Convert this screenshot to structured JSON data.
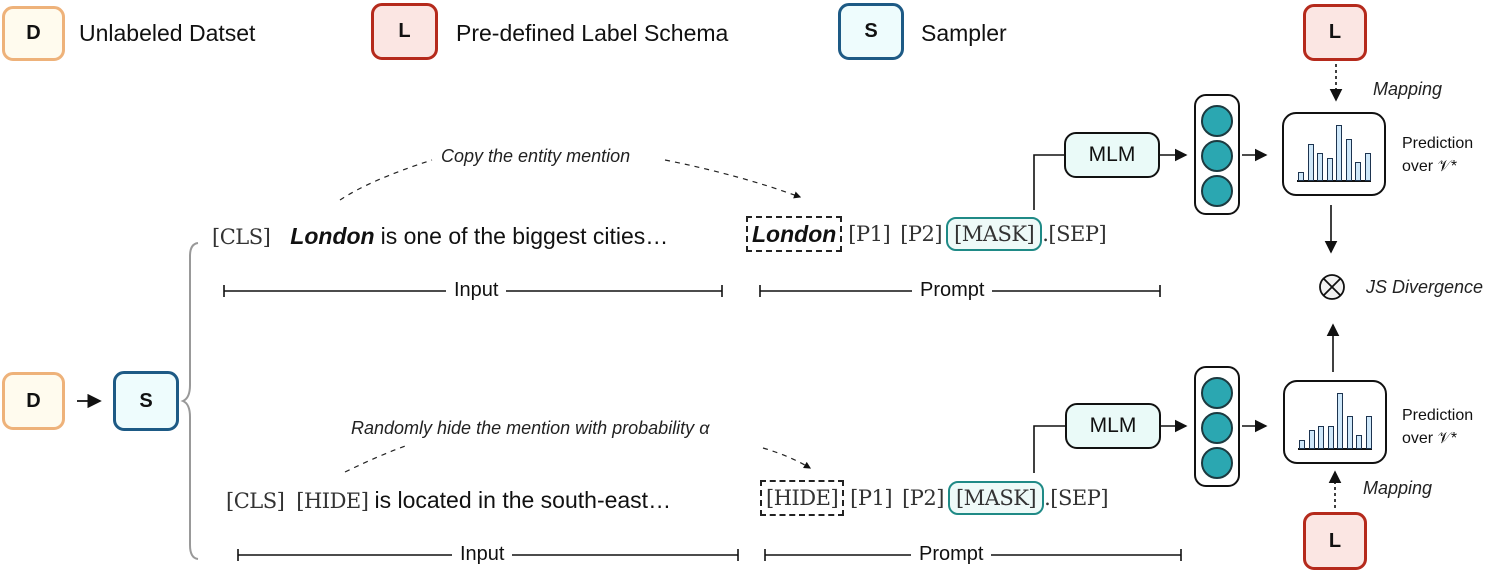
{
  "legend": {
    "dataset": {
      "letter": "D",
      "label": "Unlabeled Datset",
      "border": "#eeb27a",
      "fill": "#fffbee"
    },
    "label_schema": {
      "letter": "L",
      "label": "Pre-defined Label Schema",
      "border": "#b52a1c",
      "fill": "#fbe6e3"
    },
    "sampler": {
      "letter": "S",
      "label": "Sampler",
      "border": "#1d5a85",
      "fill": "#eefcfd"
    }
  },
  "left_flow": {
    "dataset_letter": "D",
    "sampler_letter": "S"
  },
  "top_branch": {
    "annotation": "Copy the entity mention",
    "input": {
      "cls": "[CLS]",
      "entity": "London",
      "text": "is one of the biggest cities…"
    },
    "prompt": {
      "entity": "London",
      "p1": "[P1]",
      "p2": "[P2]",
      "mask": "[MASK]",
      "dot": ".",
      "sep": "[SEP]"
    },
    "input_span_label": "Input",
    "prompt_span_label": "Prompt",
    "model_label": "MLM",
    "prediction_label_line1": "Prediction",
    "prediction_label_line2": "over 𝒱*",
    "mapping_label": "Mapping",
    "schema_letter": "L",
    "histogram": [
      2,
      8,
      6,
      5,
      12,
      9,
      4,
      6
    ]
  },
  "bottom_branch": {
    "annotation": "Randomly hide the mention with probability α",
    "input": {
      "cls": "[CLS]",
      "entity": "[HIDE]",
      "text": "is located in the south-east…"
    },
    "prompt": {
      "entity": "[HIDE]",
      "p1": "[P1]",
      "p2": "[P2]",
      "mask": "[MASK]",
      "dot": ".",
      "sep": "[SEP]"
    },
    "input_span_label": "Input",
    "prompt_span_label": "Prompt",
    "model_label": "MLM",
    "prediction_label_line1": "Prediction",
    "prediction_label_line2": "over 𝒱*",
    "mapping_label": "Mapping",
    "schema_letter": "L",
    "histogram": [
      2,
      4,
      5,
      5,
      12,
      7,
      3,
      7
    ]
  },
  "combine": {
    "symbol": "⊗",
    "label": "JS Divergence"
  },
  "colors": {
    "mlm_fill": "#eafaf8",
    "mask_border": "#1f8a86",
    "neuron": "#2ba7b1",
    "bar_fill": "#cfe8fa"
  }
}
